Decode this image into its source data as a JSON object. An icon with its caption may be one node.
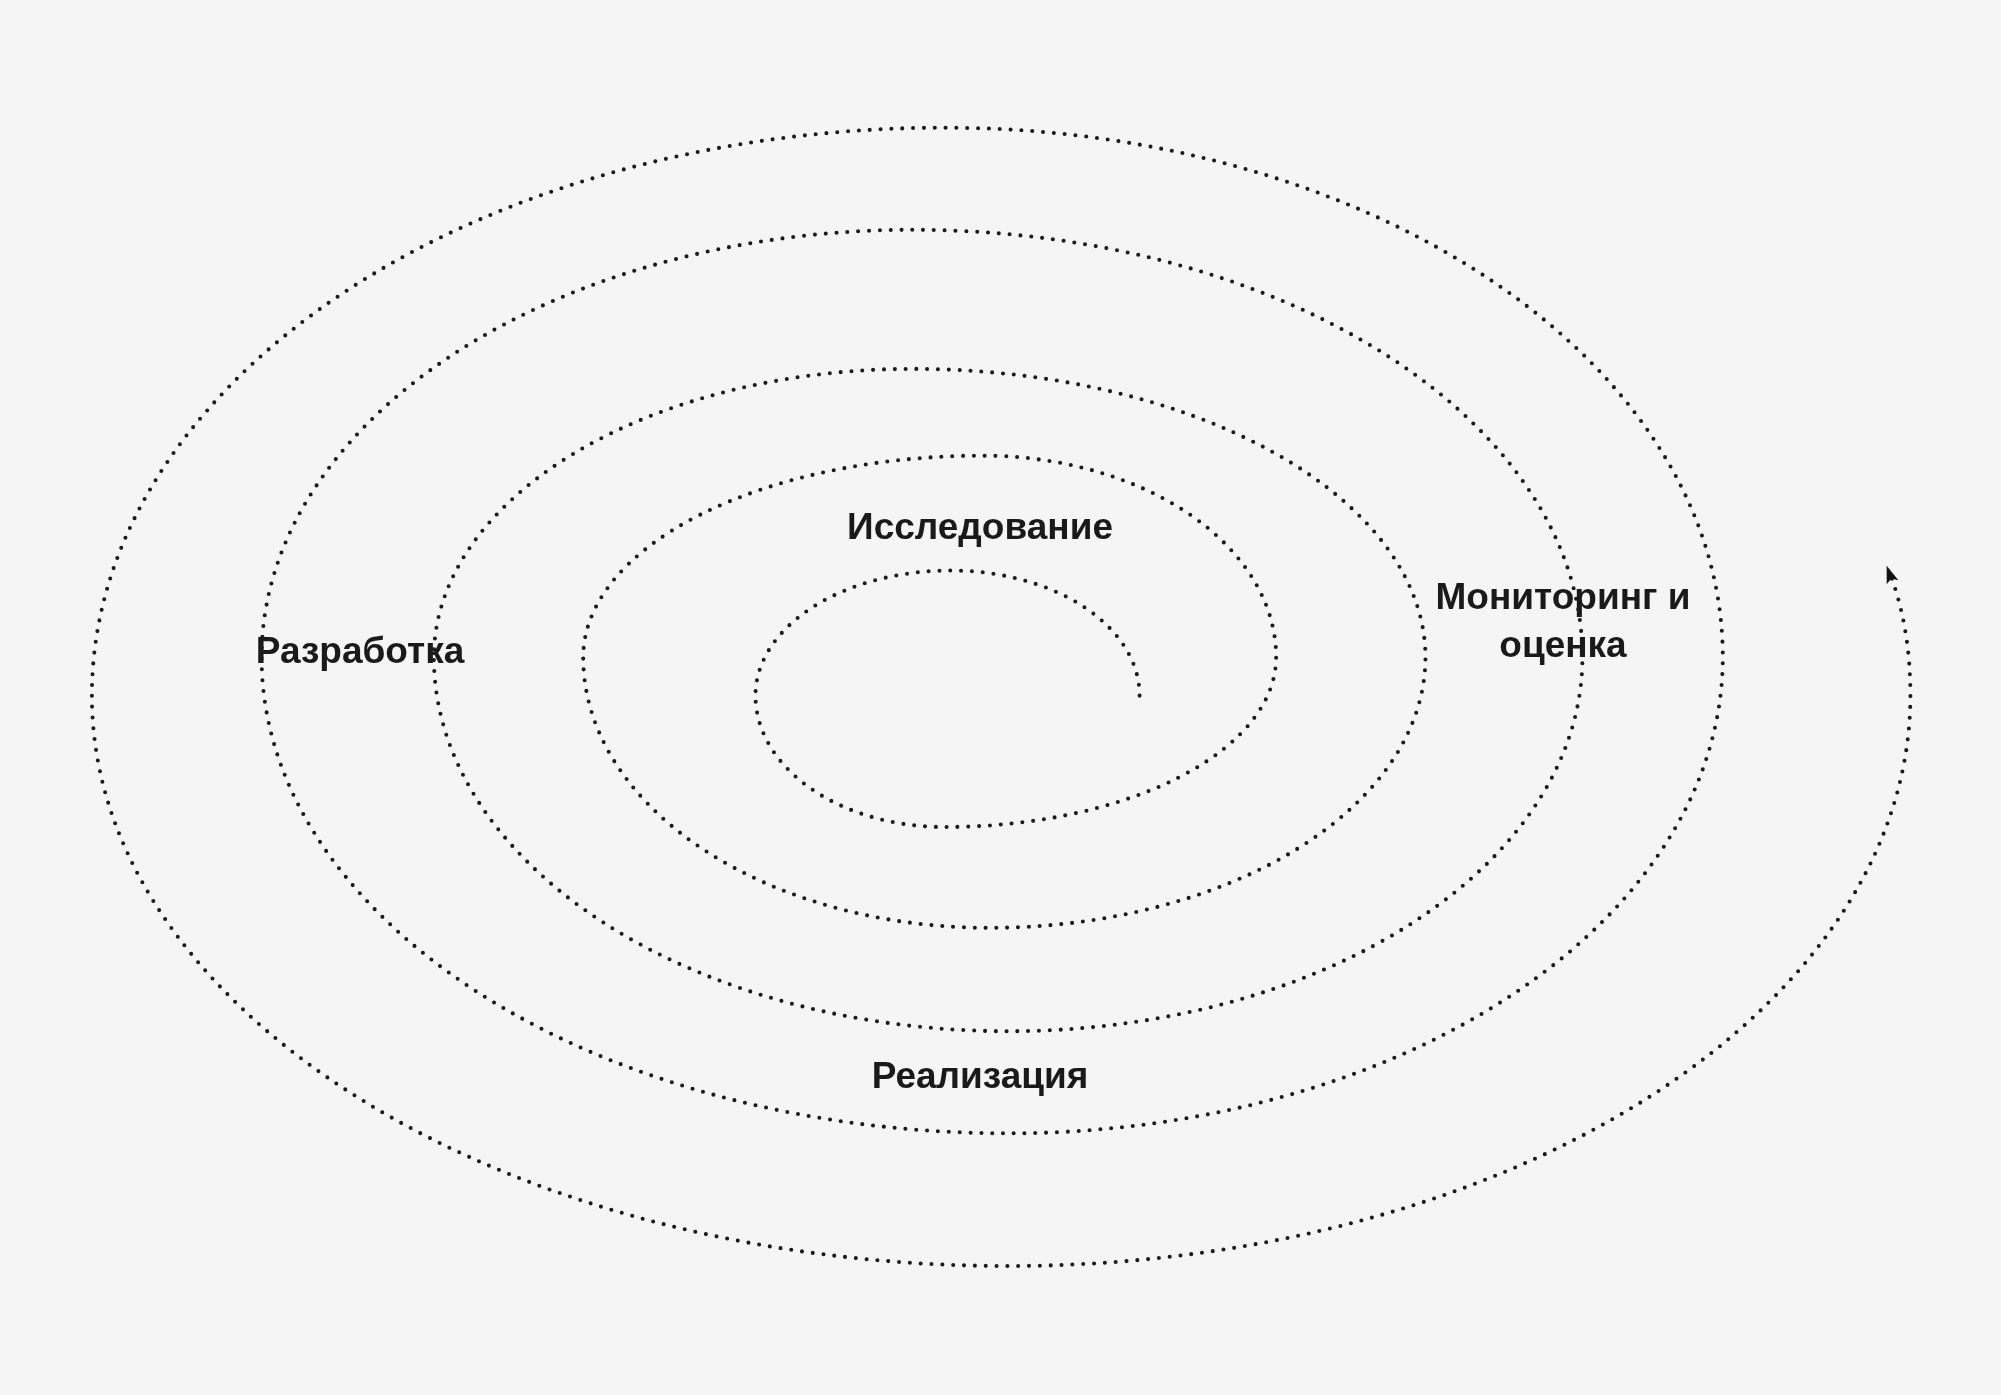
{
  "diagram": {
    "labels": [
      "Исследование",
      "Разработка",
      "Мониторинг и оценка",
      "Реализация"
    ]
  }
}
